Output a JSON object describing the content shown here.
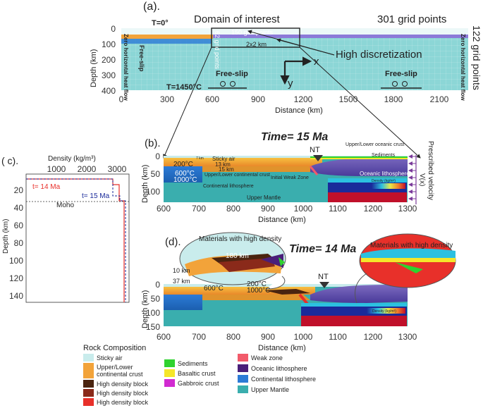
{
  "panel_a": {
    "label": "(a).",
    "title": "Domain of interest",
    "grid_x": "301 grid points",
    "grid_y": "122 grid points",
    "t_top": "T=0°",
    "t_bottom": "T=1450°C",
    "grid150": "150 grid points",
    "grid62": "62 grid points",
    "cell": "2x2 km",
    "high_disc": "High discretization",
    "free_slip_1": "Free-slip",
    "free_slip_2": "Free-slip",
    "free_slip_3": "Free-slip",
    "left_bc": "Zero horizontal heat flow",
    "right_bc": "Zero horizontal heat flow",
    "x_axis_label": "x",
    "y_axis_label": "y",
    "ylabel": "Depth (km)",
    "xlabel": "Distance (km)",
    "yticks": [
      "0",
      "100",
      "200",
      "300",
      "400"
    ],
    "xticks": [
      "0",
      "300",
      "600",
      "900",
      "1200",
      "1500",
      "1800",
      "2100"
    ]
  },
  "panel_b": {
    "label": "(b).",
    "time": "Time= 15 Ma",
    "nt": "NT",
    "sticky_air": "Sticky air",
    "km7": "7 km",
    "km13": "13 km",
    "km15": "15 km",
    "t200": "200°C",
    "t600": "600°C",
    "t1000": "1000°C",
    "upper_lower_crust": "Upper/Lower continental crust",
    "cont_litho": "Continental lithosphere",
    "weak_zone": "Initial Weak Zone",
    "upper_mantle": "Upper Mantle",
    "oceanic_crust": "Upper/Lower oceanic crust",
    "sediments": "Sediments",
    "oceanic_litho": "Oceanic lithosphere",
    "vx": "V(x)",
    "presc": "Prescribed velocity",
    "ylabel": "Depth (km)",
    "xlabel": "Distance (km)",
    "yticks": [
      "0",
      "50",
      "100"
    ],
    "xticks": [
      "600",
      "700",
      "800",
      "900",
      "1000",
      "1100",
      "1200",
      "1300"
    ],
    "inset_title": "Density (kg/m³)"
  },
  "panel_c": {
    "label": "( c).",
    "title": "Density (kg/m³)",
    "xticks": [
      "1000",
      "2000",
      "3000"
    ],
    "yticks": [
      "20",
      "40",
      "60",
      "80",
      "100",
      "120",
      "140"
    ],
    "ylabel": "Depth (km)",
    "legend_14": "t= 14 Ma",
    "legend_15": "t= 15 Ma",
    "moho": "Moho"
  },
  "panel_d": {
    "label": "(d).",
    "time": "Time= 14 Ma",
    "nt": "NT",
    "materials_1": "Materials with high density",
    "materials_2": "Materials with high density",
    "km10": "10 km",
    "km37": "37 km",
    "km180": "180 km",
    "t200": "200°C",
    "t600": "600°C",
    "t1000": "1000°C",
    "ylabel": "Depth (km)",
    "xlabel": "Distance (km)",
    "yticks": [
      "0",
      "50",
      "100",
      "150"
    ],
    "xticks": [
      "600",
      "700",
      "800",
      "900",
      "1000",
      "1100",
      "1200",
      "1300"
    ],
    "inset_title": "Density (kg/m³)"
  },
  "legend": {
    "title": "Rock Composition",
    "items": [
      {
        "label": "Sticky air",
        "color": "#c9ecec"
      },
      {
        "label": "Upper/Lower continental crust",
        "color": "#f2a33a"
      },
      {
        "label": "High density block",
        "color": "#4a2410"
      },
      {
        "label": "High density block",
        "color": "#8a2a1a"
      },
      {
        "label": "High density block",
        "color": "#e8302a"
      },
      {
        "label": "Sediments",
        "color": "#2fd22f"
      },
      {
        "label": "Basaltic crust",
        "color": "#f5e62a"
      },
      {
        "label": "Gabbroic crust",
        "color": "#d12ad1"
      },
      {
        "label": "Weak zone",
        "color": "#f25a6a"
      },
      {
        "label": "Oceanic lithosphere",
        "color": "#4a1f7a"
      },
      {
        "label": "Continental lithosphere",
        "color": "#2c7bd6"
      },
      {
        "label": "Upper Mantle",
        "color": "#3aaeae"
      }
    ]
  }
}
